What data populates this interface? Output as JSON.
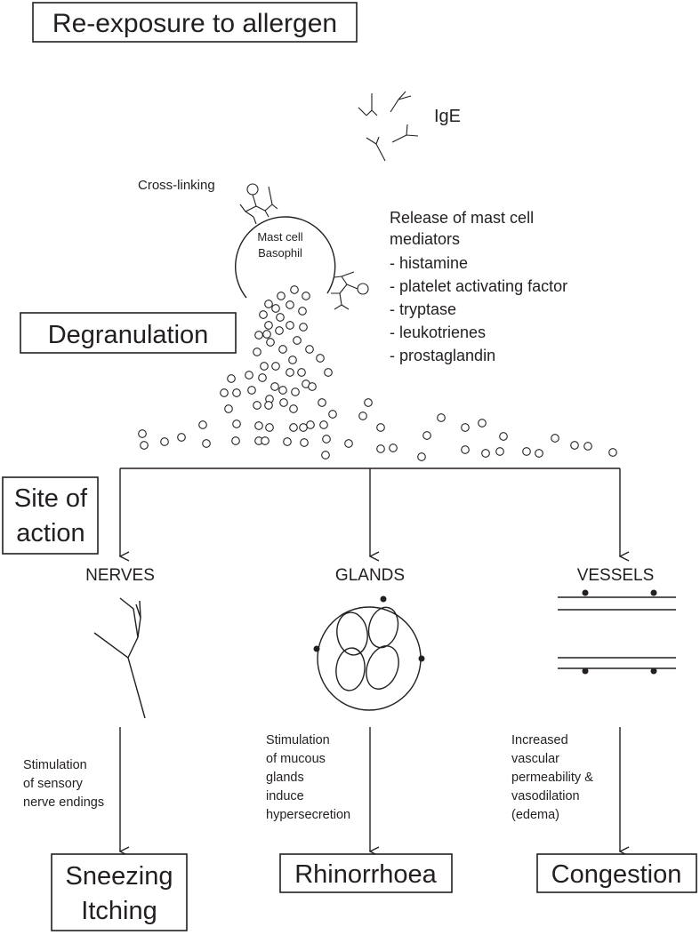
{
  "title": "Re-exposure to allergen",
  "ige_label": "IgE",
  "crosslinking_label": "Cross-linking",
  "cell_label": [
    "Mast cell",
    "Basophil"
  ],
  "mediators": {
    "heading": [
      "Release of mast cell",
      "mediators"
    ],
    "items": [
      "- histamine",
      "- platelet activating factor",
      "- tryptase",
      "- leukotrienes",
      "- prostaglandin"
    ]
  },
  "degranulation_label": "Degranulation",
  "site_of_action_label": [
    "Site of",
    "action"
  ],
  "branches": [
    {
      "site": "NERVES",
      "mechanism": [
        "Stimulation",
        "of sensory",
        "nerve endings"
      ],
      "outcome": [
        "Sneezing",
        "Itching"
      ]
    },
    {
      "site": "GLANDS",
      "mechanism": [
        "Stimulation",
        "of mucous",
        "glands",
        "induce",
        "hypersecretion"
      ],
      "outcome": [
        "Rhinorrhoea"
      ]
    },
    {
      "site": "VESSELS",
      "mechanism": [
        "Increased",
        "vascular",
        "permeability &",
        "vasodilation",
        "(edema)"
      ],
      "outcome": [
        "Congestion"
      ]
    }
  ],
  "colors": {
    "ink": "#231f20",
    "background": "#ffffff"
  }
}
